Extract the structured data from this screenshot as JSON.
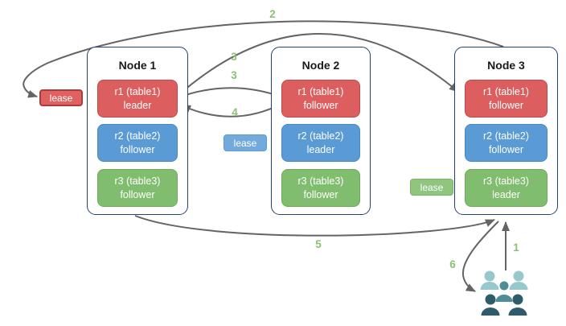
{
  "nodes": [
    {
      "title": "Node 1",
      "replicas": [
        {
          "label": "r1 (table1)",
          "role": "leader",
          "color": "red"
        },
        {
          "label": "r2 (table2)",
          "role": "follower",
          "color": "blue"
        },
        {
          "label": "r3 (table3)",
          "role": "follower",
          "color": "green"
        }
      ]
    },
    {
      "title": "Node 2",
      "replicas": [
        {
          "label": "r1 (table1)",
          "role": "follower",
          "color": "red"
        },
        {
          "label": "r2 (table2)",
          "role": "leader",
          "color": "blue"
        },
        {
          "label": "r3 (table3)",
          "role": "follower",
          "color": "green"
        }
      ]
    },
    {
      "title": "Node 3",
      "replicas": [
        {
          "label": "r1 (table1)",
          "role": "follower",
          "color": "red"
        },
        {
          "label": "r2 (table2)",
          "role": "follower",
          "color": "blue"
        },
        {
          "label": "r3 (table3)",
          "role": "leader",
          "color": "green"
        }
      ]
    }
  ],
  "leases": [
    {
      "label": "lease",
      "color": "red"
    },
    {
      "label": "lease",
      "color": "blue"
    },
    {
      "label": "lease",
      "color": "green"
    }
  ],
  "steps": {
    "s1": "1",
    "s2": "2",
    "s3a": "3",
    "s3b": "3",
    "s4": "4",
    "s5": "5",
    "s6": "6"
  },
  "edges": [
    {
      "step": "1",
      "from": "clients",
      "to": "node3"
    },
    {
      "step": "2",
      "from": "node3",
      "to": "lease-red"
    },
    {
      "step": "3",
      "from": "node1-r1",
      "to": "node3-r1"
    },
    {
      "step": "3",
      "from": "node1-r1",
      "to": "node2-r1"
    },
    {
      "step": "4",
      "from": "node2-r1",
      "to": "node1-r1"
    },
    {
      "step": "5",
      "from": "node1",
      "to": "node3"
    },
    {
      "step": "6",
      "from": "node3",
      "to": "clients"
    }
  ],
  "icons": {
    "clients": "users-group-icon"
  },
  "colors": {
    "red_fill": "#DC5E5E",
    "red_border": "#C24848",
    "blue_fill": "#5B9BD5",
    "blue_border": "#4A89C2",
    "green_fill": "#80BD6E",
    "green_border": "#6BAC58",
    "lease_red_fill": "#DF6161",
    "lease_red_border": "#AF3A3A",
    "lease_blue_fill": "#74A9DC",
    "lease_blue_border": "#5B9BD5",
    "lease_green_fill": "#90C57F",
    "lease_green_border": "#77B563",
    "node_border": "#24406E",
    "arrow": "#646464",
    "step_label": "#8BC172",
    "title_text": "#1A1A1A",
    "box_text": "#FFFFFF",
    "people_light": "#97C9CC",
    "people_mid": "#4E8C96",
    "people_dark": "#2E5C6B",
    "background": "#FFFFFF"
  }
}
